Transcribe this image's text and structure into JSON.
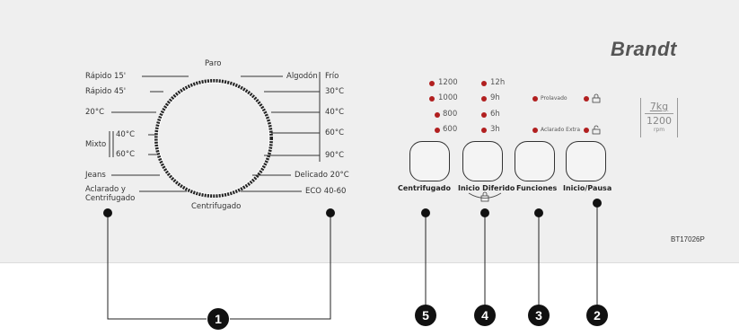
{
  "brand": "Brandt",
  "model": "BT17026P",
  "capacity": {
    "kg": "7kg",
    "rpm_value": "1200",
    "rpm_unit": "rpm"
  },
  "dial": {
    "top": "Paro",
    "bottom": "Centrifugado",
    "left_programs": [
      "Rápido 15'",
      "Rápido 45'",
      "20°C",
      "40°C",
      "Mixto",
      "60°C",
      "Jeans",
      "Aclarado y",
      "Centrifugado"
    ],
    "right_programs": [
      "Algodón",
      "Frío",
      "30°C",
      "40°C",
      "60°C",
      "90°C",
      "Delicado 20°C",
      "ECO 40-60"
    ]
  },
  "spin_speeds": [
    "1200",
    "1000",
    "800",
    "600"
  ],
  "delay_times": [
    "12h",
    "9h",
    "6h",
    "3h"
  ],
  "functions": [
    "Prolavado",
    "Aclarado Extra"
  ],
  "buttons": [
    "Centrifugado",
    "Inicio Diferido",
    "Funciones",
    "Inicio/Pausa"
  ],
  "callouts": [
    "1",
    "2",
    "3",
    "4",
    "5"
  ],
  "colors": {
    "led": "#b11f1f",
    "panel": "#efefef",
    "callout": "#111111"
  },
  "icons": [
    "lock-closed-icon",
    "lock-open-icon",
    "key-lock-icon"
  ]
}
